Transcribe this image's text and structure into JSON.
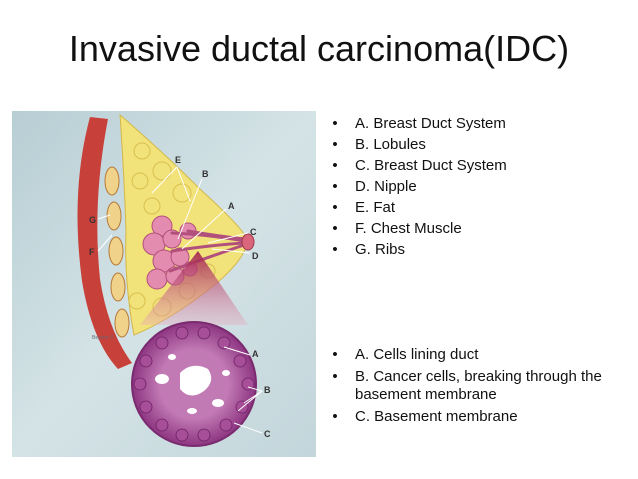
{
  "title": "Invasive ductal carcinoma(IDC)",
  "figure": {
    "breast_labels": {
      "a": "A",
      "b": "B",
      "c": "C",
      "d": "D",
      "e": "E",
      "f": "F",
      "g": "G"
    },
    "duct_labels": {
      "a": "A",
      "b": "B",
      "c": "C"
    },
    "credit": "Beyvon ©"
  },
  "anatomy_list": [
    "A. Breast Duct System",
    "B. Lobules",
    "C. Breast Duct System",
    "D. Nipple",
    "E. Fat",
    "F. Chest Muscle",
    "G. Ribs"
  ],
  "cross_section_list": [
    "A. Cells lining duct",
    "B. Cancer cells, breaking through the basement membrane",
    "C. Basement membrane"
  ],
  "bullet_symbol": "•",
  "colors": {
    "background_panel": "#c9dadf",
    "muscle": "#c8403a",
    "fat": "#f2e27a",
    "lobule": "#e48bb0",
    "duct_tissue": "#9a3f8c",
    "cancer_wedge": "#b02a54"
  }
}
